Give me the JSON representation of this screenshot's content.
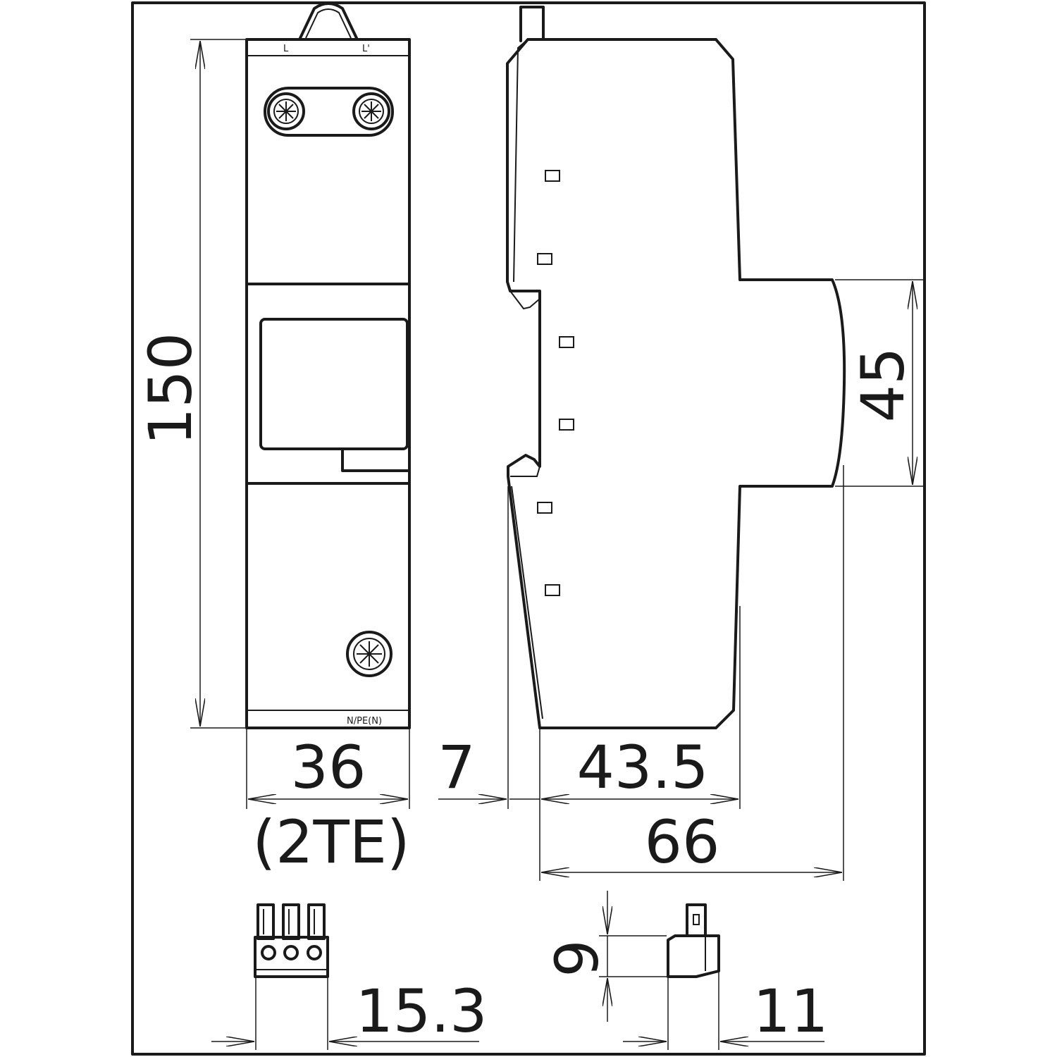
{
  "front_view": {
    "terminal_top_left": "L",
    "terminal_top_right": "L'",
    "terminal_bottom": "N/PE(N)"
  },
  "dimensions": {
    "height": "150",
    "width": "36",
    "width_units": "(2TE)",
    "rail_offset": "7",
    "depth_front": "43.5",
    "depth_total": "66",
    "front_height": "45",
    "connector_width": "15.3",
    "connector_height": "9",
    "connector_depth": "11"
  },
  "colors": {
    "line": "#1a1a1a",
    "background": "#ffffff"
  }
}
